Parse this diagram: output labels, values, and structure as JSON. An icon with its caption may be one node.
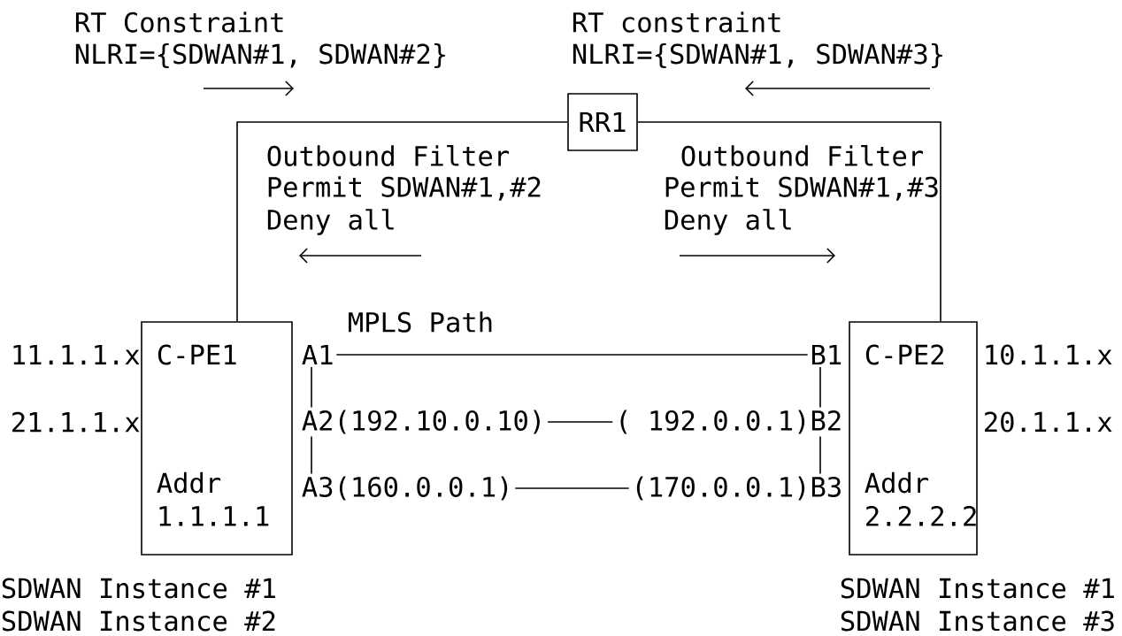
{
  "diagram": {
    "nodes": [
      {
        "text": [
          "RR1"
        ]
      },
      {
        "text": [
          "C-PE1",
          "Addr 1.1.1.1"
        ]
      },
      {
        "text": [
          "A1"
        ]
      },
      {
        "text": [
          "A2(192.10.0.10)"
        ]
      },
      {
        "text": [
          "A3(160.0.0.1)"
        ]
      },
      {
        "text": [
          "C-PE2",
          "Addr 2.2.2.2"
        ]
      },
      {
        "text": [
          "B1"
        ]
      },
      {
        "text": [
          "( 192.0.0.1)B2"
        ]
      },
      {
        "text": [
          "(170.0.0.1)B3"
        ]
      }
    ],
    "edges": [
      {
        "from": 0,
        "to": 1,
        "arrow": "none"
      },
      {
        "from": 0,
        "to": 5,
        "arrow": "none"
      },
      {
        "from": 2,
        "to": 6,
        "arrow": "none",
        "label": "MPLS Path"
      },
      {
        "from": 3,
        "to": 7,
        "arrow": "none"
      },
      {
        "from": 4,
        "to": 8,
        "arrow": "none"
      },
      {
        "from": 2,
        "to": 3,
        "arrow": "none"
      },
      {
        "from": 3,
        "to": 4,
        "arrow": "none"
      },
      {
        "from": 6,
        "to": 7,
        "arrow": "none"
      },
      {
        "from": 7,
        "to": 8,
        "arrow": "none"
      }
    ],
    "labels": [
      "RT Constraint",
      "RT constraint",
      "NLRI={SDWAN#1, SDWAN#2}",
      "NLRI={SDWAN#1, SDWAN#3}",
      "Outbound Filter",
      "Outbound Filter",
      "Permit SDWAN#1,#2",
      "Permit SDWAN#1,#3",
      "Deny all",
      "Deny all",
      "11.1.1.x",
      "10.1.1.x",
      "21.1.1.x",
      "20.1.1.x",
      "SDWAN Instance #1",
      "SDWAN Instance #1",
      "SDWAN Instance #2",
      "SDWAN Instance #3"
    ]
  }
}
